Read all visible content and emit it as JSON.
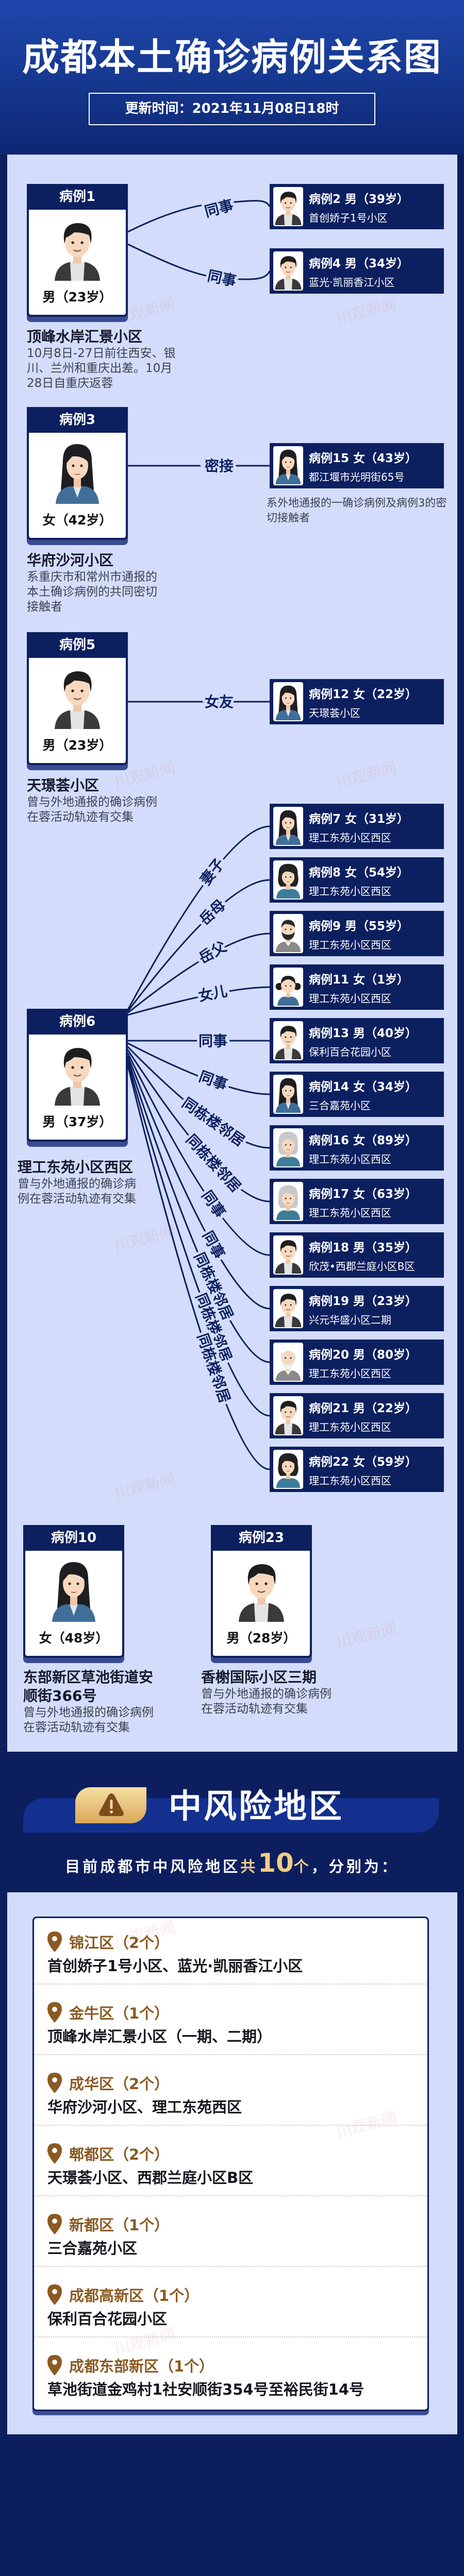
{
  "title": "成都本土确诊病例关系图",
  "update_time": "更新时间：2021年11月08日18时",
  "watermark": "川观新闻",
  "colors": {
    "navy": "#0c1f5f",
    "panel": "#d3ddfb",
    "gold": "#8b5a22",
    "highlight": "#f1cd85"
  },
  "main_cases": [
    {
      "label": "病例1",
      "gender_age": "男（23岁）",
      "avatar": "man",
      "place": "顶峰水岸汇景小区",
      "desc": "10月8日-27日前往西安、银川、兰州和重庆出差。10月28日自重庆返蓉"
    },
    {
      "label": "病例3",
      "gender_age": "女（42岁）",
      "avatar": "woman",
      "place": "华府沙河小区",
      "desc": "系重庆市和常州市通报的本土确诊病例的共同密切接触者"
    },
    {
      "label": "病例5",
      "gender_age": "男（23岁）",
      "avatar": "man",
      "place": "天璟荟小区",
      "desc": "曾与外地通报的确诊病例在蓉活动轨迹有交集"
    },
    {
      "label": "病例6",
      "gender_age": "男（37岁）",
      "avatar": "man",
      "place": "理工东苑小区西区",
      "desc": "曾与外地通报的确诊病例在蓉活动轨迹有交集"
    },
    {
      "label": "病例10",
      "gender_age": "女（48岁）",
      "avatar": "woman",
      "place": "东部新区草池街道安顺街366号",
      "desc": "曾与外地通报的确诊病例在蓉活动轨迹有交集"
    },
    {
      "label": "病例23",
      "gender_age": "男（28岁）",
      "avatar": "man",
      "place": "香榭国际小区三期",
      "desc": "曾与外地通报的确诊病例在蓉活动轨迹有交集"
    }
  ],
  "contacts": [
    {
      "label": "病例2 男（39岁）",
      "place": "首创娇子1号小区",
      "relation": "同事",
      "avatar": "man"
    },
    {
      "label": "病例4 男（34岁）",
      "place": "蓝光·凯丽香江小区",
      "relation": "同事",
      "avatar": "man"
    },
    {
      "label": "病例15 女（43岁）",
      "place": "都江堰市光明街65号",
      "relation": "密接",
      "avatar": "woman",
      "note": "系外地通报的一确诊病例及病例3的密切接触者"
    },
    {
      "label": "病例12 女（22岁）",
      "place": "天璟荟小区",
      "relation": "女友",
      "avatar": "woman"
    },
    {
      "label": "病例7 女（31岁）",
      "place": "理工东苑小区西区",
      "relation": "妻子",
      "avatar": "woman"
    },
    {
      "label": "病例8 女（54岁）",
      "place": "理工东苑小区西区",
      "relation": "岳母",
      "avatar": "curly-woman"
    },
    {
      "label": "病例9 男（55岁）",
      "place": "理工东苑小区西区",
      "relation": "岳父",
      "avatar": "bearded-man"
    },
    {
      "label": "病例11 女（1岁）",
      "place": "理工东苑小区西区",
      "relation": "女儿",
      "avatar": "girl"
    },
    {
      "label": "病例13 男（40岁）",
      "place": "保利百合花园小区",
      "relation": "同事",
      "avatar": "man"
    },
    {
      "label": "病例14 女（34岁）",
      "place": "三合嘉苑小区",
      "relation": "同事",
      "avatar": "woman"
    },
    {
      "label": "病例16 女（89岁）",
      "place": "理工东苑小区西区",
      "relation": "同栋楼邻居",
      "avatar": "old-woman"
    },
    {
      "label": "病例17 女（63岁）",
      "place": "理工东苑小区西区",
      "relation": "同栋楼邻居",
      "avatar": "old-woman"
    },
    {
      "label": "病例18 男（35岁）",
      "place": "欣茂•西郡兰庭小区B区",
      "relation": "同事",
      "avatar": "man"
    },
    {
      "label": "病例19 男（23岁）",
      "place": "兴元华盛小区二期",
      "relation": "同事",
      "avatar": "man"
    },
    {
      "label": "病例20 男（80岁）",
      "place": "理工东苑小区西区",
      "relation": "同栋楼邻居",
      "avatar": "old-man"
    },
    {
      "label": "病例21 男（22岁）",
      "place": "理工东苑小区西区",
      "relation": "同栋楼邻居",
      "avatar": "man"
    },
    {
      "label": "病例22 女（59岁）",
      "place": "理工东苑小区西区",
      "relation": "同栋楼邻居",
      "avatar": "curly-woman"
    }
  ],
  "risk": {
    "icon": "warning-icon",
    "title": "中风险地区",
    "summary_prefix": "目前成都市中风险地区",
    "summary_gong": "共",
    "count": "10",
    "summary_unit": "个",
    "summary_suffix": "，分别为：",
    "districts": [
      {
        "name": "锦江区（2个）",
        "places": "首创娇子1号小区、蓝光·凯丽香江小区"
      },
      {
        "name": "金牛区（1个）",
        "places": "顶峰水岸汇景小区（一期、二期）"
      },
      {
        "name": "成华区（2个）",
        "places": "华府沙河小区、理工东苑西区"
      },
      {
        "name": "郫都区（2个）",
        "places": "天璟荟小区、西郡兰庭小区B区"
      },
      {
        "name": "新都区（1个）",
        "places": "三合嘉苑小区"
      },
      {
        "name": "成都高新区（1个）",
        "places": "保利百合花园小区"
      },
      {
        "name": "成都东部新区（1个）",
        "places": "草池街道金鸡村1社安顺街354号至裕民街14号"
      }
    ]
  }
}
